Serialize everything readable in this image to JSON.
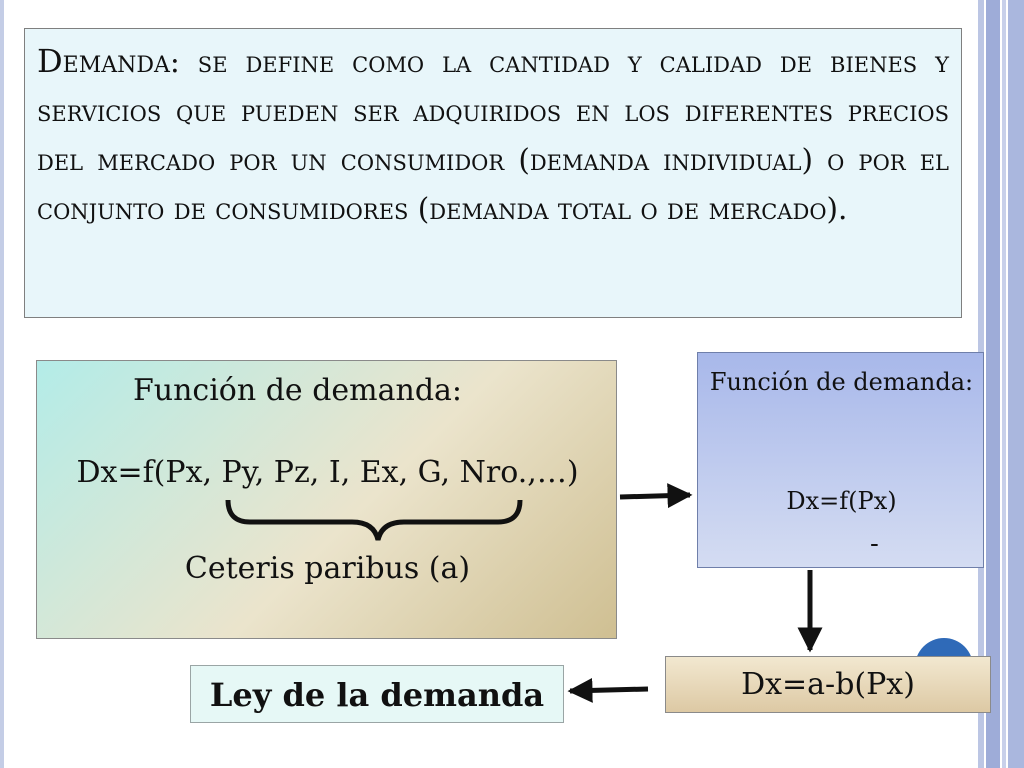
{
  "definition": {
    "term": "Demanda",
    "colon": ":",
    "text": " se define como la cantidad y calidad de bienes y servicios que pueden ser adquiridos en los diferentes precios del mercado por un consumidor (demanda individual) o por el conjunto de consumidores (demanda total o de mercado)."
  },
  "function_box": {
    "title": "Función de demanda:",
    "formula": "Dx=f(Px, Py, Pz, I, Ex, G, Nro.,…)",
    "ceteris": "Ceteris paribus (a)"
  },
  "simple_box": {
    "title": "Función de demanda:",
    "formula": "Dx=f(Px)",
    "sign": "-"
  },
  "linear_box": {
    "formula": "Dx=a-b(Px)"
  },
  "law_box": {
    "label": "Ley de la demanda"
  },
  "colors": {
    "definition_bg": "#e8f6fa",
    "function_box_gradient": [
      "#b3ece8",
      "#cfbf92"
    ],
    "simple_box_gradient": [
      "#a8b8ea",
      "#d4dcf2"
    ],
    "linear_box_gradient": [
      "#f2e8d0",
      "#ddc9a4"
    ],
    "law_box_bg": "#e6f8f6",
    "badge": "#2f6ab8",
    "arrow": "#111111"
  }
}
